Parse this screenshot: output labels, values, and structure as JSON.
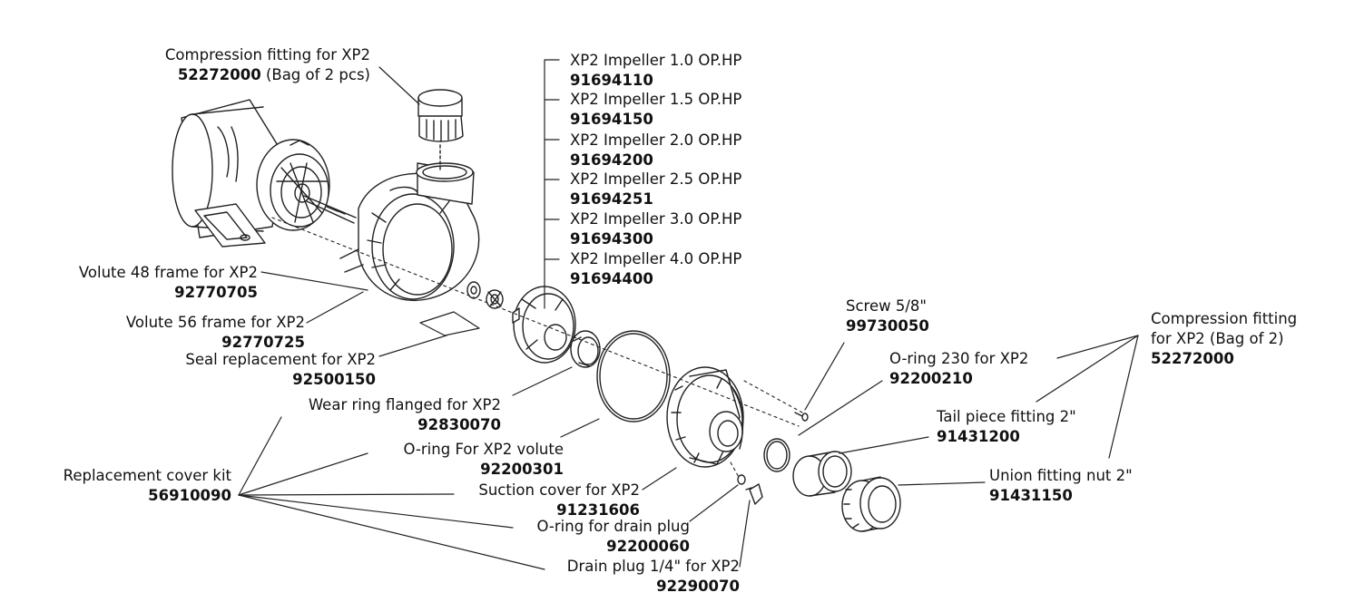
{
  "callouts": {
    "compression_top": {
      "name": "Compression fitting for XP2",
      "part": "52272000",
      "note": "(Bag of 2 pcs)"
    },
    "imp_10": {
      "name": "XP2 Impeller 1.0 OP.HP",
      "part": "91694110"
    },
    "imp_15": {
      "name": "XP2 Impeller 1.5 OP.HP",
      "part": "91694150"
    },
    "imp_20": {
      "name": "XP2 Impeller 2.0 OP.HP",
      "part": "91694200"
    },
    "imp_25": {
      "name": "XP2 Impeller 2.5 OP.HP",
      "part": "91694251"
    },
    "imp_30": {
      "name": "XP2 Impeller 3.0 OP.HP",
      "part": "91694300"
    },
    "imp_40": {
      "name": "XP2 Impeller 4.0 OP.HP",
      "part": "91694400"
    },
    "volute48": {
      "name": "Volute 48 frame for XP2",
      "part": "92770705"
    },
    "volute56": {
      "name": "Volute 56 frame for XP2",
      "part": "92770725"
    },
    "seal": {
      "name": "Seal replacement for XP2",
      "part": "92500150"
    },
    "wearring": {
      "name": "Wear ring flanged for XP2",
      "part": "92830070"
    },
    "oring_volute": {
      "name": "O-ring For XP2 volute",
      "part": "92200301"
    },
    "cover_kit": {
      "name": "Replacement cover kit",
      "part": "56910090"
    },
    "suction": {
      "name": "Suction cover for XP2",
      "part": "91231606"
    },
    "oring_drain": {
      "name": "O-ring for drain plug",
      "part": "92200060"
    },
    "drain_plug": {
      "name": "Drain plug 1/4\" for XP2",
      "part": "92290070"
    },
    "screw": {
      "name": "Screw 5/8\"",
      "part": "99730050"
    },
    "oring230": {
      "name": "O-ring 230 for XP2",
      "part": "92200210"
    },
    "compression_right": {
      "line1": "Compression fitting",
      "line2": "for XP2 (Bag of 2)",
      "part": "52272000"
    },
    "tailpiece": {
      "name": "Tail piece fitting 2\"",
      "part": "91431200"
    },
    "union_nut": {
      "name": "Union fitting nut 2\"",
      "part": "91431150"
    }
  }
}
